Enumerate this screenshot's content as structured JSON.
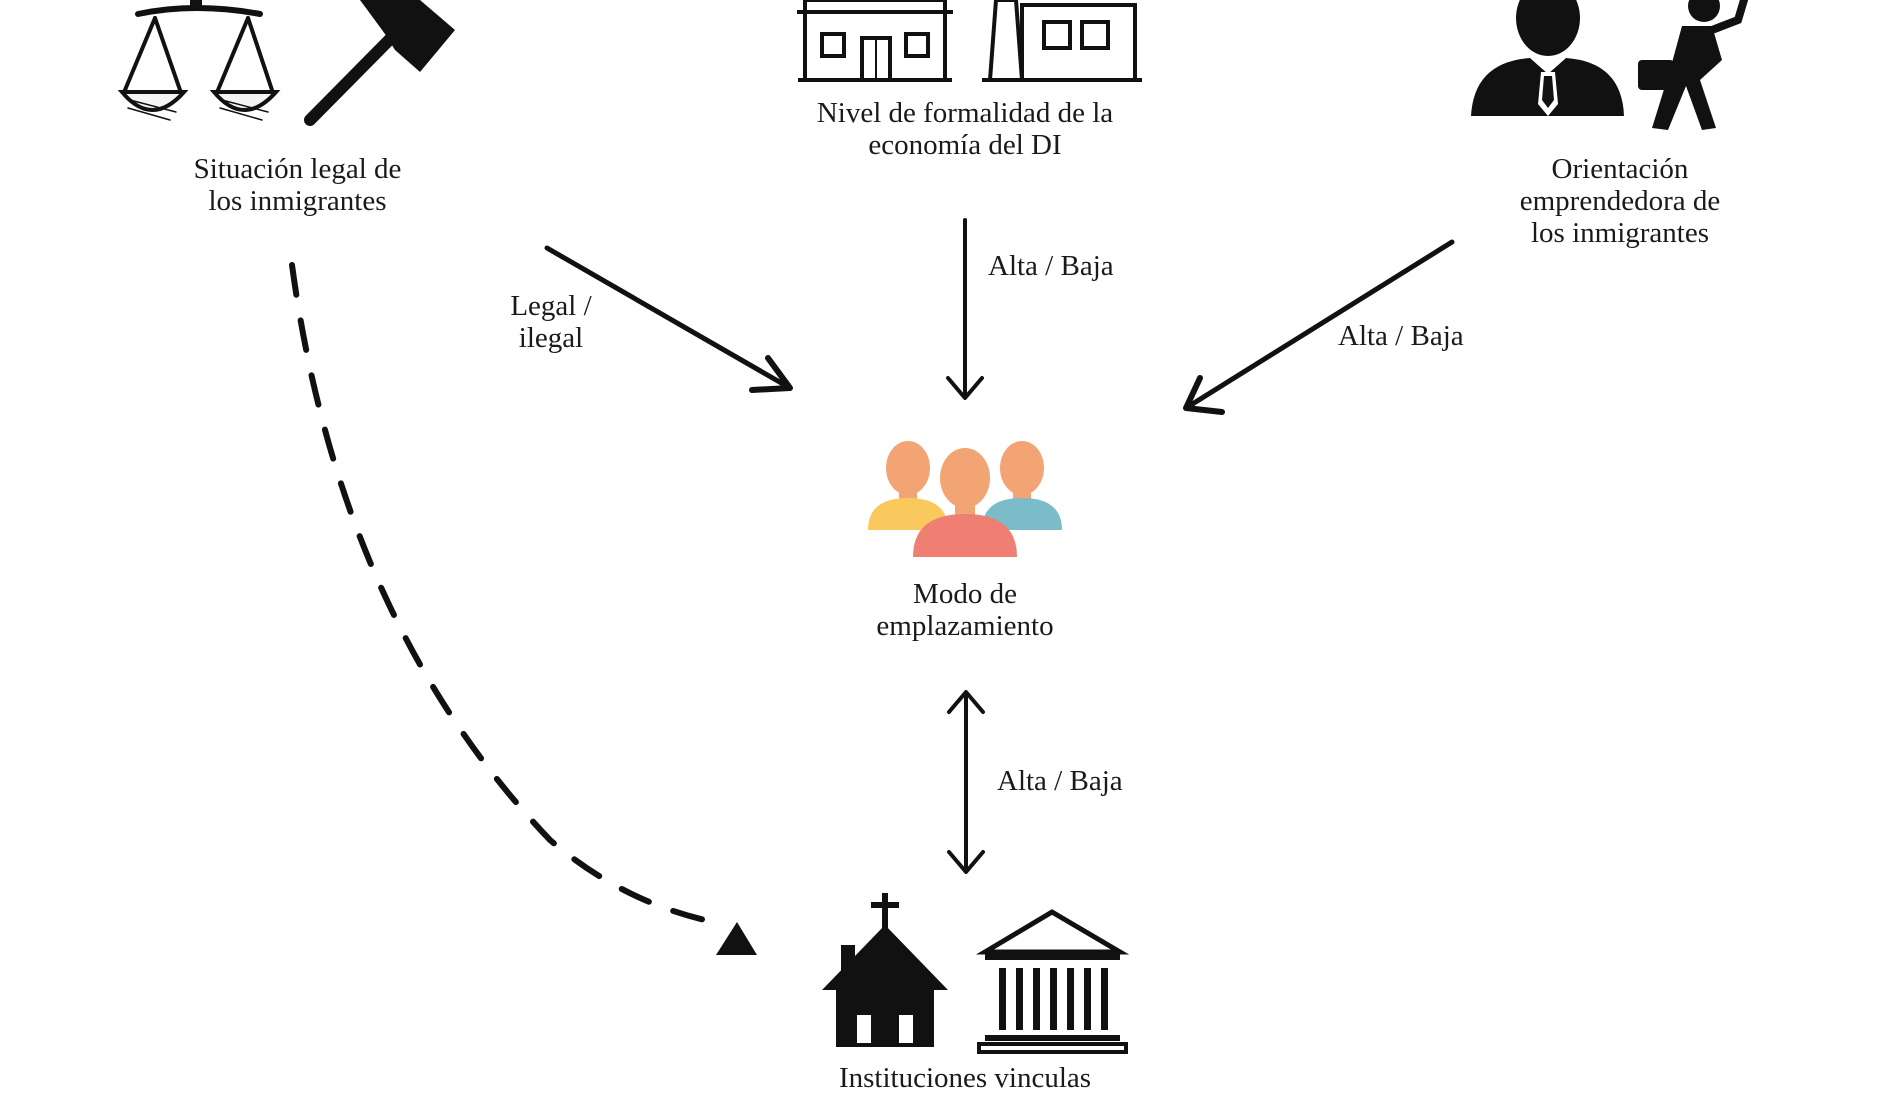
{
  "nodes": {
    "legal": {
      "lines": [
        "Situación legal de",
        "los inmigrantes"
      ],
      "icon": "scales-and-gavel-icon"
    },
    "formality": {
      "lines": [
        "Nivel de formalidad de la",
        "economía del DI"
      ],
      "icon": "buildings-icon"
    },
    "entrepreneur": {
      "lines": [
        "Orientación",
        "emprendedora de",
        "los inmigrantes"
      ],
      "icon": "businesspeople-icon"
    },
    "placement": {
      "lines": [
        "Modo de",
        "emplazamiento"
      ],
      "icon": "people-group-icon"
    },
    "institutions": {
      "lines": [
        "Instituciones vinculas"
      ],
      "icon": "church-and-government-building-icon"
    }
  },
  "edges": {
    "legal_to_placement": {
      "lines": [
        "Legal /",
        "ilegal"
      ]
    },
    "formality_to_placement": {
      "label": "Alta / Baja"
    },
    "entrepreneur_to_placement": {
      "label": "Alta / Baja"
    },
    "placement_institutions": {
      "label": "Alta / Baja"
    }
  },
  "colors": {
    "ink": "#111111",
    "skin": "#F2A474",
    "yellow": "#F9C95E",
    "coral": "#EE7F72",
    "teal": "#7BBCC9"
  }
}
